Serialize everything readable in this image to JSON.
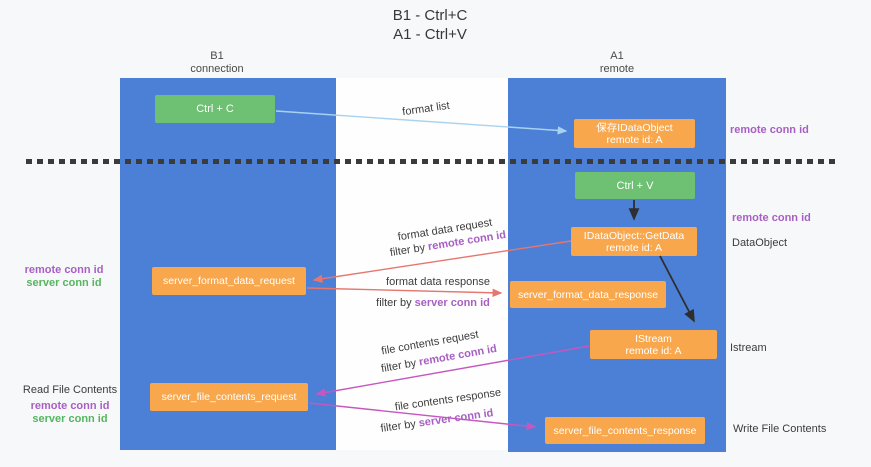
{
  "title": {
    "line1": "B1 - Ctrl+C",
    "line2": "A1 - Ctrl+V"
  },
  "lanes": {
    "b1": {
      "header_line1": "B1",
      "header_line2": "connection"
    },
    "a1": {
      "header_line1": "A1",
      "header_line2": "remote"
    }
  },
  "nodes": {
    "ctrl_c": "Ctrl + C",
    "ctrl_v": "Ctrl + V",
    "save_dataobject_line1": "保存IDataObject",
    "save_dataobject_line2": "remote id: A",
    "getdata_line1": "IDataObject::GetData",
    "getdata_line2": "remote id: A",
    "istream_line1": "IStream",
    "istream_line2": "remote id: A",
    "server_format_data_request": "server_format_data_request",
    "server_format_data_response": "server_format_data_response",
    "server_file_contents_request": "server_file_contents_request",
    "server_file_contents_response": "server_file_contents_response"
  },
  "flow_labels": {
    "format_list": "format list",
    "format_data_request": "format data request",
    "format_data_response": "format data response",
    "file_contents_request": "file contents request",
    "file_contents_response": "file contents response",
    "filter_by": "filter by ",
    "remote_conn_id": "remote conn id",
    "server_conn_id": "server conn id"
  },
  "annotations": {
    "right_remote_conn_id_1": "remote conn id",
    "right_remote_conn_id_2": "remote conn id",
    "right_dataobject": "DataObject",
    "right_istream": "Istream",
    "right_write_file_contents": "Write File Contents",
    "left_remote_conn_id_1": "remote conn id",
    "left_server_conn_id_1": "server conn id",
    "left_read_file_contents": "Read File Contents",
    "left_remote_conn_id_2": "remote conn id",
    "left_server_conn_id_2": "server conn id"
  },
  "colors": {
    "lane_blue": "#4c80d6",
    "box_orange": "#f8a74c",
    "box_green": "#6ec072",
    "arrow_light_blue": "#a8d3f0",
    "arrow_salmon": "#e6766e",
    "arrow_magenta": "#c558c0",
    "arrow_black": "#2e2e2e",
    "text_purple": "#a85fc4",
    "text_green": "#55b560",
    "dashed_line": "#3b3b3b"
  }
}
